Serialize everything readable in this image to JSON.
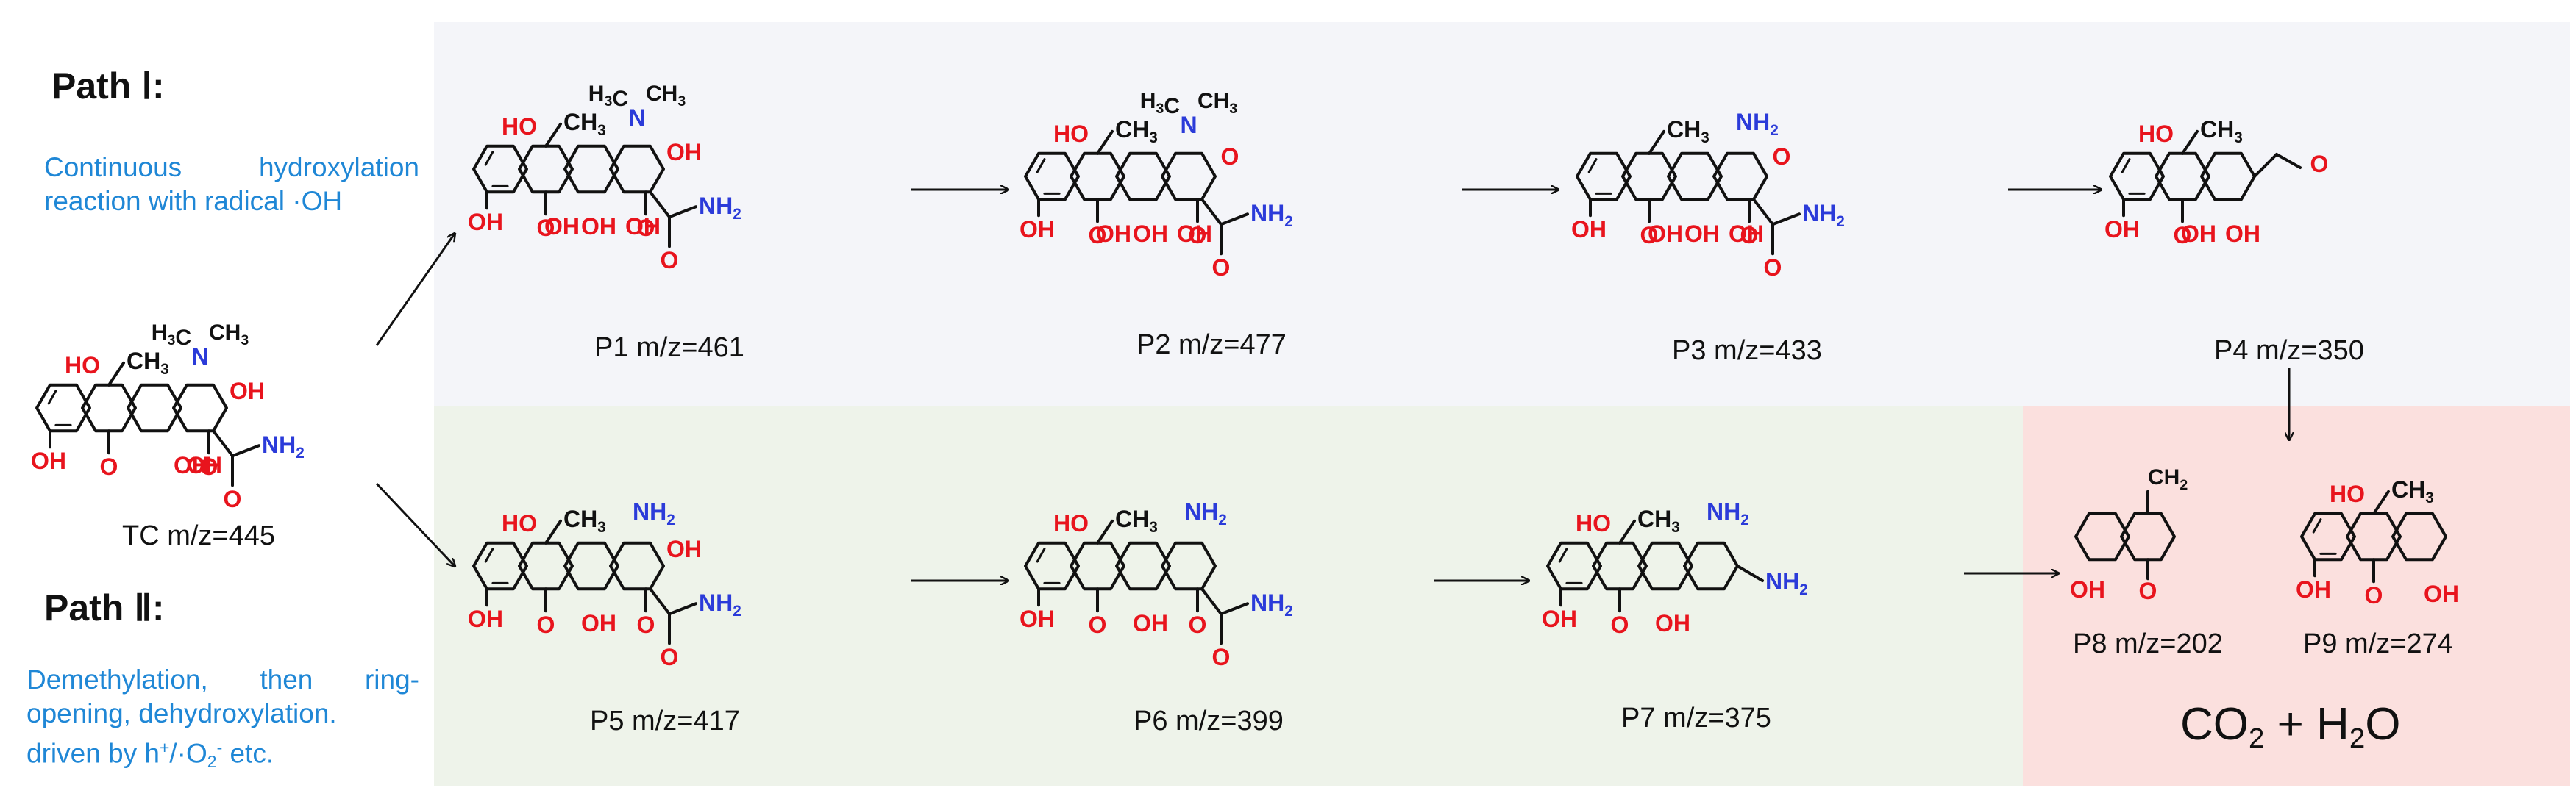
{
  "colors": {
    "band_top": "#f4f5f9",
    "band_bottom": "#eef3ea",
    "band_end": "#fbe0de",
    "description_text": "#1f87d6",
    "oxygen": "#e8141d",
    "nitrogen": "#2b3bd9",
    "bond": "#111111"
  },
  "path1": {
    "title": "Path Ⅰ:",
    "description": "Continuous hydroxylation reaction with radical ·OH"
  },
  "path2": {
    "title": "Path Ⅱ:",
    "description_line1": "Demethylation, then ring-opening, dehydroxylation.",
    "description_prefix": "driven by h",
    "description_sup1": "+",
    "description_mid": "/·O",
    "description_sub": "2",
    "description_sup2": "-",
    "description_suffix": " etc."
  },
  "compounds": {
    "TC": "TC m/z=445",
    "P1": "P1 m/z=461",
    "P2": "P2 m/z=477",
    "P3": "P3 m/z=433",
    "P4": "P4 m/z=350",
    "P5": "P5 m/z=417",
    "P6": "P6 m/z=399",
    "P7": "P7 m/z=375",
    "P8": "P8 m/z=202",
    "P9": "P9 m/z=274"
  },
  "final_products": {
    "co2": "CO",
    "co2_sub": "2",
    "plus": " + H",
    "h2o_sub": "2",
    "h2o_tail": "O"
  },
  "groups": {
    "OH": "OH",
    "HO": "HO",
    "O": "O",
    "NH2": "NH",
    "two": "2",
    "H3C": "H",
    "CH3": "CH",
    "three": "3",
    "N": "N",
    "CH2": "CH",
    "C": "C"
  }
}
